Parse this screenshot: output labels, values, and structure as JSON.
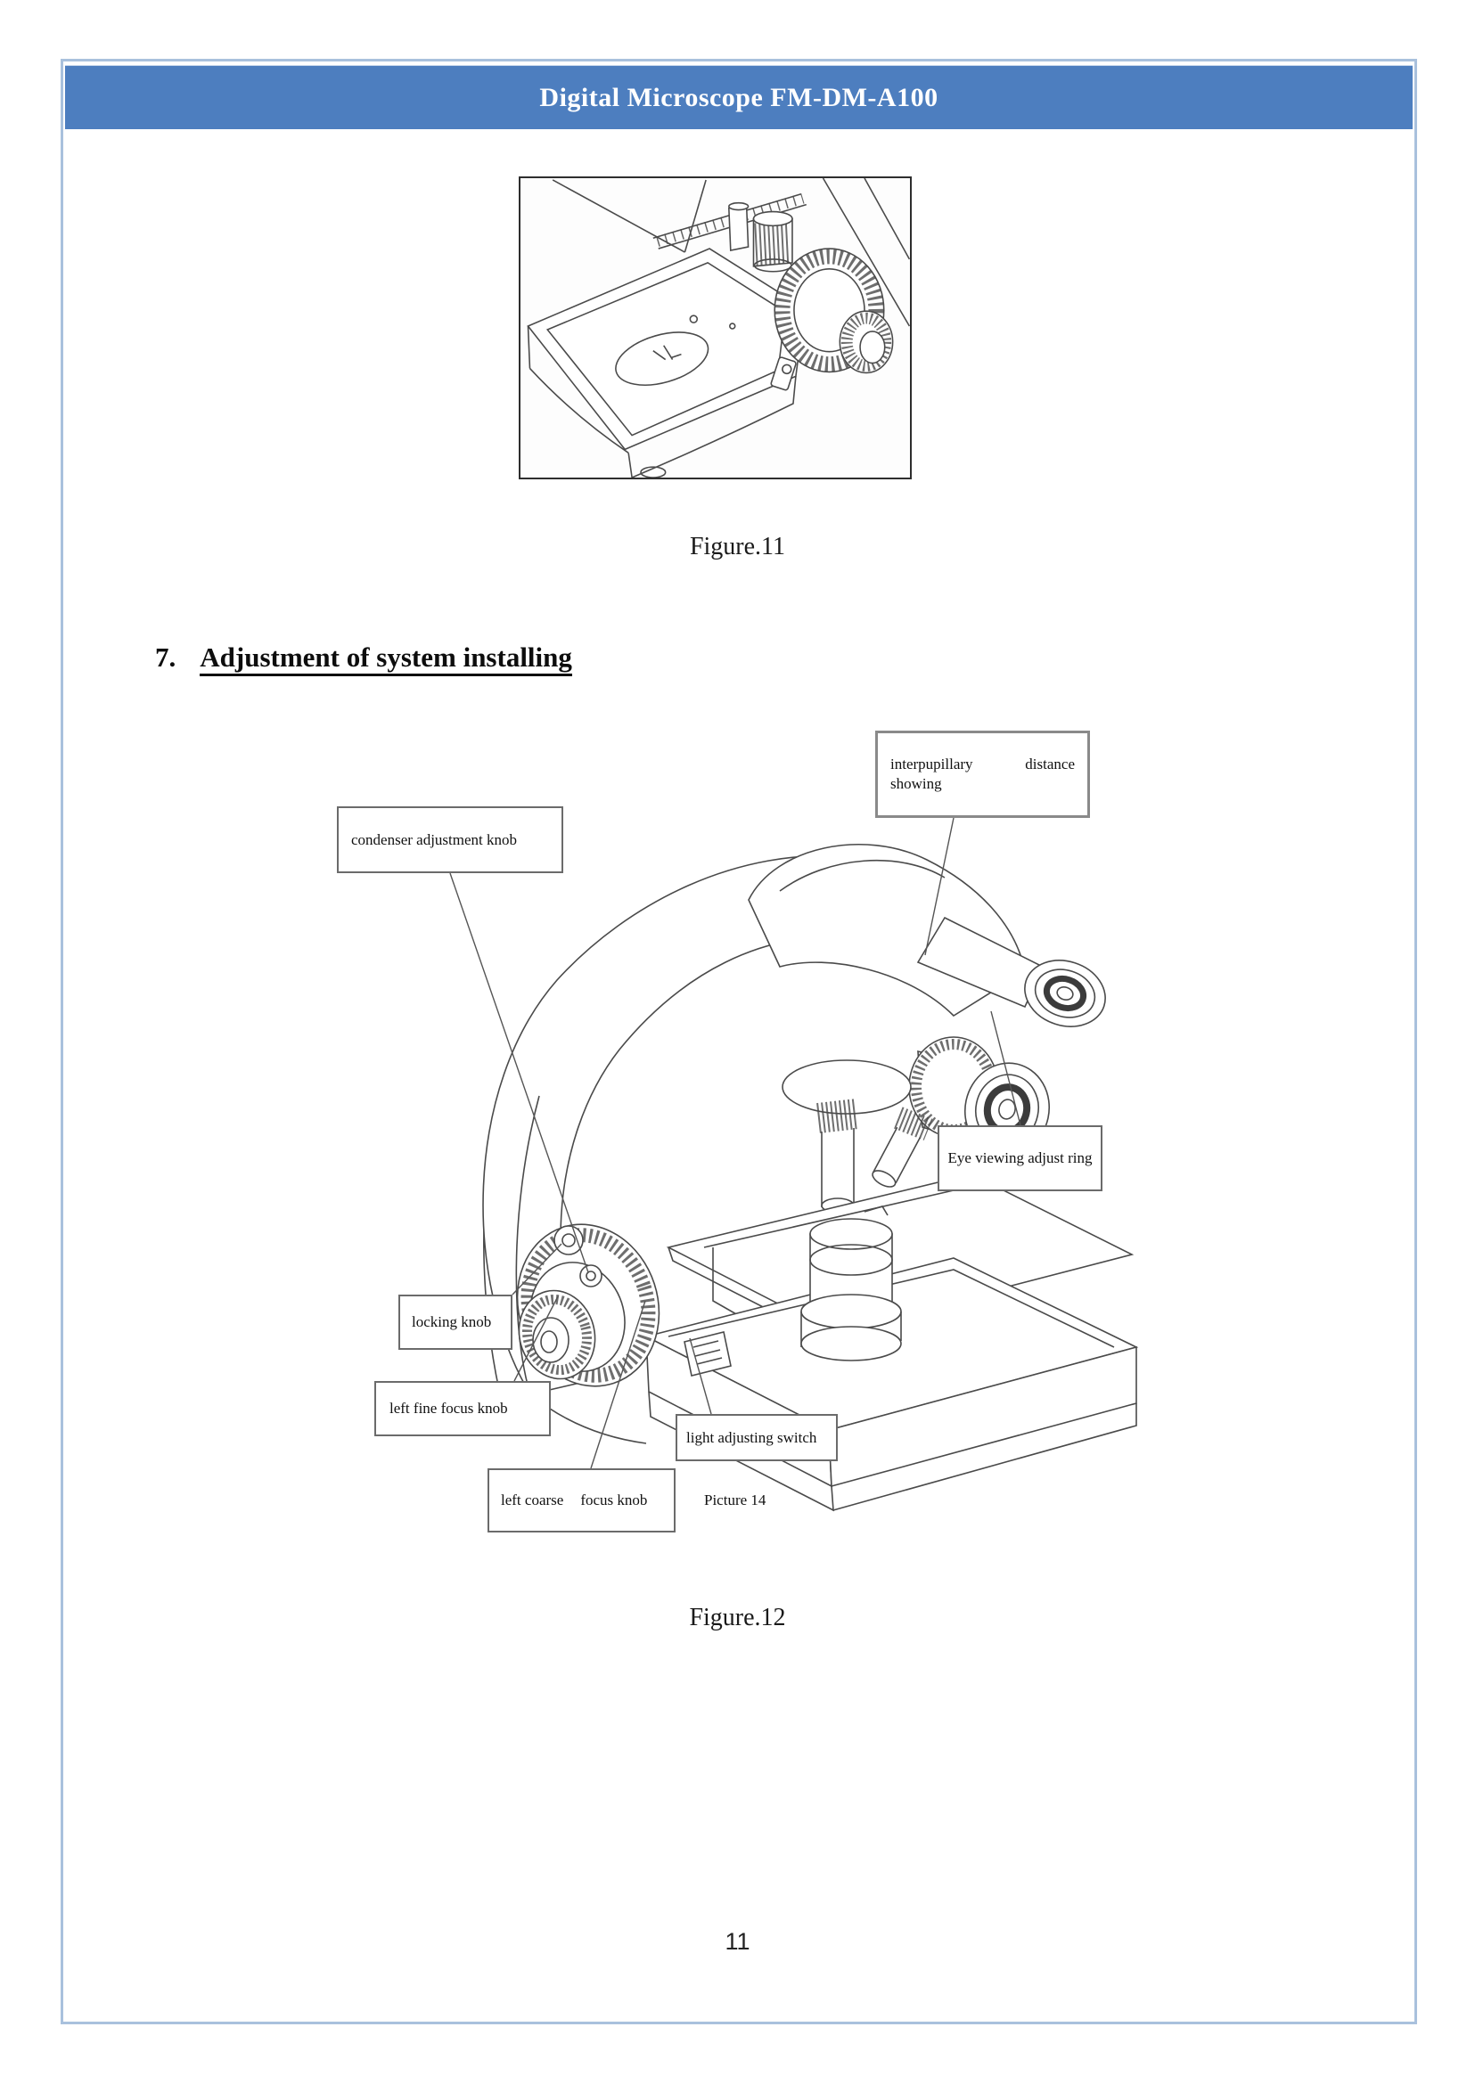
{
  "header": {
    "title": "Digital Microscope FM-DM-A100"
  },
  "section7": {
    "number": "7.",
    "title": "Adjustment of system installing"
  },
  "figure11": {
    "caption": "Figure.11"
  },
  "figure12": {
    "caption": "Figure.12",
    "picture_label": "Picture 14",
    "callouts": {
      "condenser": "condenser adjustment knob",
      "interpupillary_word1": "interpupillary",
      "interpupillary_word2": "distance",
      "interpupillary_word3": "showing",
      "eye_viewing": "Eye viewing adjust ring",
      "locking": "locking knob",
      "left_fine": "left fine focus knob",
      "light_switch": "light adjusting switch",
      "left_coarse_part1": "left coarse",
      "left_coarse_part2": "focus knob"
    }
  },
  "footer": {
    "page_number": "11"
  },
  "colors": {
    "header_bar": "#4d7ebf",
    "page_border": "#a9c1dd",
    "callout_border": "#6b6b6b",
    "line_art": "#4a4a4a"
  }
}
